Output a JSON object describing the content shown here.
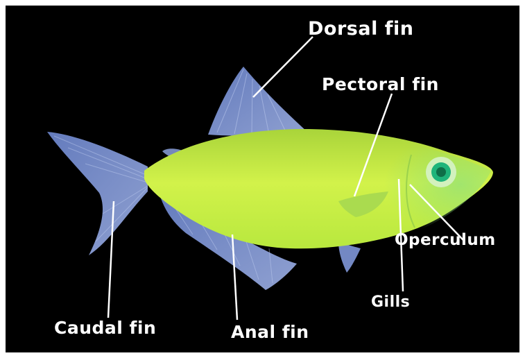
{
  "labels": {
    "dorsal_fin": "Dorsal fin",
    "pectoral_fin": "Pectoral fin",
    "operculum": "Operculum",
    "gills": "Gills",
    "caudal_fin": "Caudal fin",
    "anal_fin": "Anal fin"
  },
  "colors": {
    "background": "#000000",
    "frame": "#ffffff",
    "body": "#c6f23a",
    "fins": "#7f97d8",
    "eye": "#1fb47a",
    "label_text": "#ffffff"
  }
}
